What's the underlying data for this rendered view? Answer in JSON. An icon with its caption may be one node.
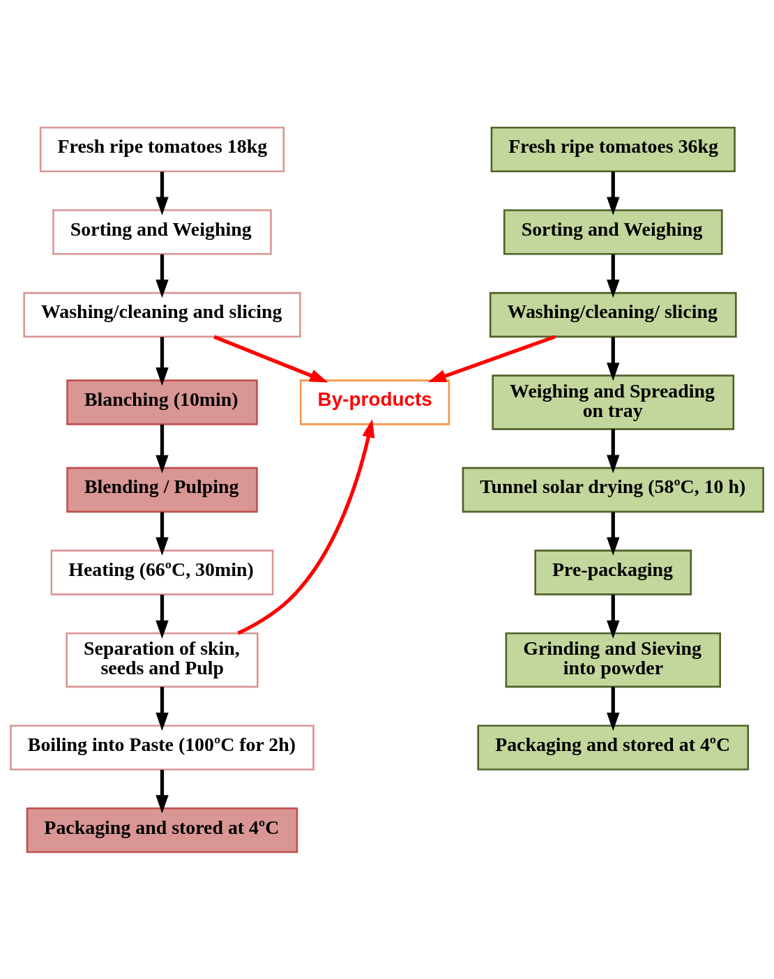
{
  "diagram": {
    "nodes": [
      {
        "text": [
          "Fresh ripe tomatoes 18kg"
        ]
      },
      {
        "text": [
          "Sorting and Weighing"
        ]
      },
      {
        "text": [
          "Washing/cleaning and slicing"
        ]
      },
      {
        "text": [
          "Blanching (10min)"
        ]
      },
      {
        "text": [
          "Blending / Pulping"
        ]
      },
      {
        "text": [
          "Heating (66ºC, 30min)"
        ]
      },
      {
        "text": [
          "Separation of skin, seeds and Pulp"
        ]
      },
      {
        "text": [
          "Boiling into Paste (100ºC for 2h)"
        ]
      },
      {
        "text": [
          "Packaging and stored at 4ºC"
        ]
      },
      {
        "text": [
          "By-products"
        ]
      },
      {
        "text": [
          "Fresh ripe tomatoes 36kg"
        ]
      },
      {
        "text": [
          "Sorting and Weighing"
        ]
      },
      {
        "text": [
          "Washing/cleaning/ slicing"
        ]
      },
      {
        "text": [
          "Weighing and Spreading on tray"
        ]
      },
      {
        "text": [
          "Tunnel solar drying (58ºC, 10 h)"
        ]
      },
      {
        "text": [
          "Pre-packaging"
        ]
      },
      {
        "text": [
          "Grinding and Sieving into powder"
        ]
      },
      {
        "text": [
          "Packaging and stored at 4ºC"
        ]
      }
    ],
    "edges": [
      {
        "from": 0,
        "to": 1,
        "arrow": "to"
      },
      {
        "from": 1,
        "to": 2,
        "arrow": "to"
      },
      {
        "from": 2,
        "to": 3,
        "arrow": "to"
      },
      {
        "from": 3,
        "to": 4,
        "arrow": "to"
      },
      {
        "from": 4,
        "to": 5,
        "arrow": "to"
      },
      {
        "from": 5,
        "to": 6,
        "arrow": "to"
      },
      {
        "from": 6,
        "to": 7,
        "arrow": "to"
      },
      {
        "from": 7,
        "to": 8,
        "arrow": "to"
      },
      {
        "from": 2,
        "to": 9,
        "arrow": "to",
        "color": "#ff0000"
      },
      {
        "from": 12,
        "to": 9,
        "arrow": "to",
        "color": "#ff0000"
      },
      {
        "from": 6,
        "to": 9,
        "arrow": "to",
        "color": "#ff0000"
      },
      {
        "from": 10,
        "to": 11,
        "arrow": "to"
      },
      {
        "from": 11,
        "to": 12,
        "arrow": "to"
      },
      {
        "from": 12,
        "to": 13,
        "arrow": "to"
      },
      {
        "from": 13,
        "to": 14,
        "arrow": "to"
      },
      {
        "from": 14,
        "to": 15,
        "arrow": "to"
      },
      {
        "from": 15,
        "to": 16,
        "arrow": "to"
      },
      {
        "from": 16,
        "to": 17,
        "arrow": "to"
      }
    ]
  }
}
